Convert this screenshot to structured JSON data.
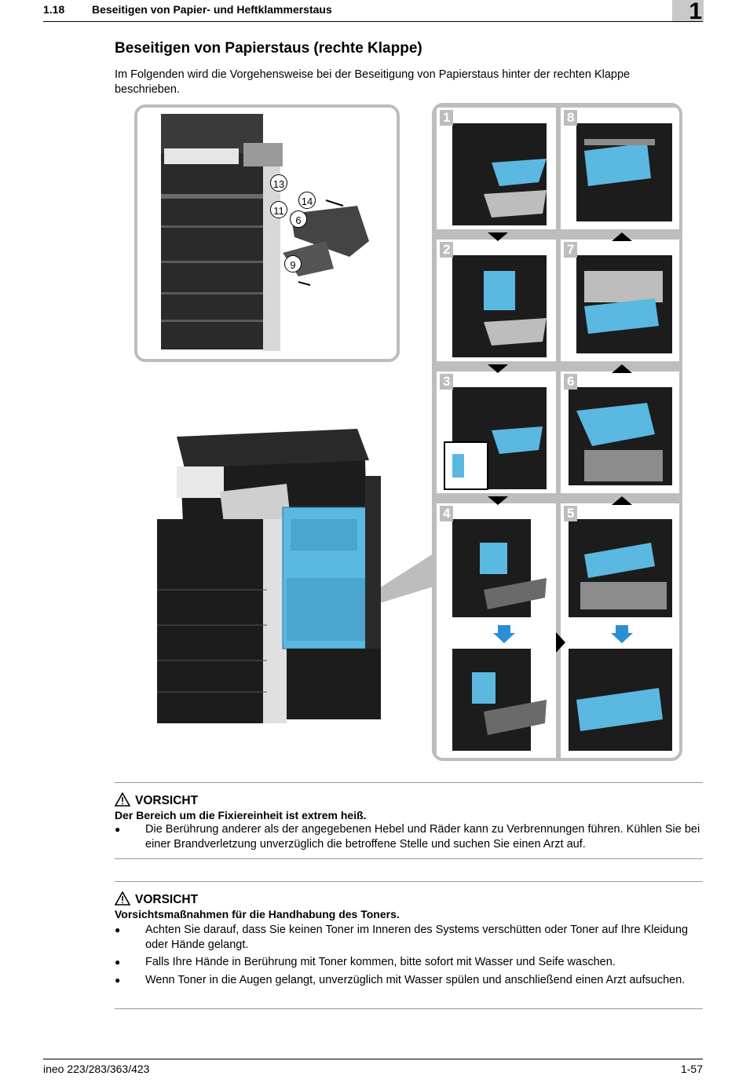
{
  "header": {
    "section_number": "1.18",
    "section_title": "Beseitigen von Papier- und Heftklammerstaus",
    "chapter_number": "1"
  },
  "title": "Beseitigen von Papierstaus (rechte Klappe)",
  "intro": "Im Folgenden wird die Vorgehensweise bei der Beseitigung von Papierstaus hinter der rechten Klappe beschrieben.",
  "overview_callouts": [
    "13",
    "14",
    "11",
    "6",
    "9"
  ],
  "steps": [
    "1",
    "2",
    "3",
    "4",
    "5",
    "6",
    "7",
    "8"
  ],
  "cautions": [
    {
      "heading": "VORSICHT",
      "subheading": "Der Bereich um die Fixiereinheit ist extrem heiß.",
      "bullets": [
        "Die Berührung anderer als der angegebenen Hebel und Räder kann zu Verbrennungen führen. Kühlen Sie bei einer Brandverletzung unverzüglich die betroffene Stelle und suchen Sie einen Arzt auf."
      ]
    },
    {
      "heading": "VORSICHT",
      "subheading": "Vorsichtsmaßnahmen für die Handhabung des Toners.",
      "bullets": [
        "Achten Sie darauf, dass Sie keinen Toner im Inneren des Systems verschütten oder Toner auf Ihre Kleidung oder Hände gelangt.",
        "Falls Ihre Hände in Berührung mit Toner kommen, bitte sofort mit Wasser und Seife waschen.",
        "Wenn Toner in die Augen gelangt, unverzüglich mit Wasser spülen und anschließend einen Arzt aufsuchen."
      ]
    }
  ],
  "bullet_symbol": "●",
  "footer": {
    "model": "ineo 223/283/363/423",
    "page": "1-57"
  },
  "colors": {
    "highlight_blue": "#5bb8e0",
    "panel_gray": "#bdbdbd",
    "machine_dark": "#1c1c1c"
  },
  "icons": [
    "warning-triangle-icon",
    "arrow-down-icon",
    "arrow-up-icon",
    "arrow-right-icon"
  ]
}
